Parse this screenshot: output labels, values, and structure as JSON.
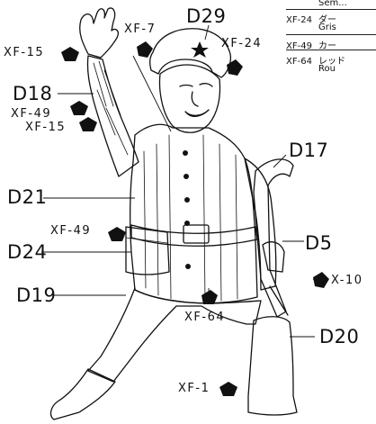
{
  "big_labels": {
    "d29": "D29",
    "d18": "D18",
    "d17": "D17",
    "d21": "D21",
    "d5": "D5",
    "d24": "D24",
    "d19": "D19",
    "d20": "D20"
  },
  "small_labels": {
    "xf15_top": "XF-15",
    "xf7": "XF-7",
    "xf24": "XF-24",
    "xf49_upper": "XF-49",
    "xf15_mid": "XF-15",
    "xf49_lower": "XF-49",
    "x10": "X-10",
    "xf64": "XF-64",
    "xf1": "XF-1"
  },
  "legend": [
    {
      "code": "",
      "text": "Sem..."
    },
    {
      "code": "XF-24",
      "text": "ダー"
    },
    {
      "code": "",
      "text": "Gris"
    },
    {
      "code": "XF-49",
      "text": "カー"
    },
    {
      "code": "XF-64",
      "text": "レッド"
    },
    {
      "code": "",
      "text": "Rou"
    }
  ],
  "marker_color": "#111111"
}
